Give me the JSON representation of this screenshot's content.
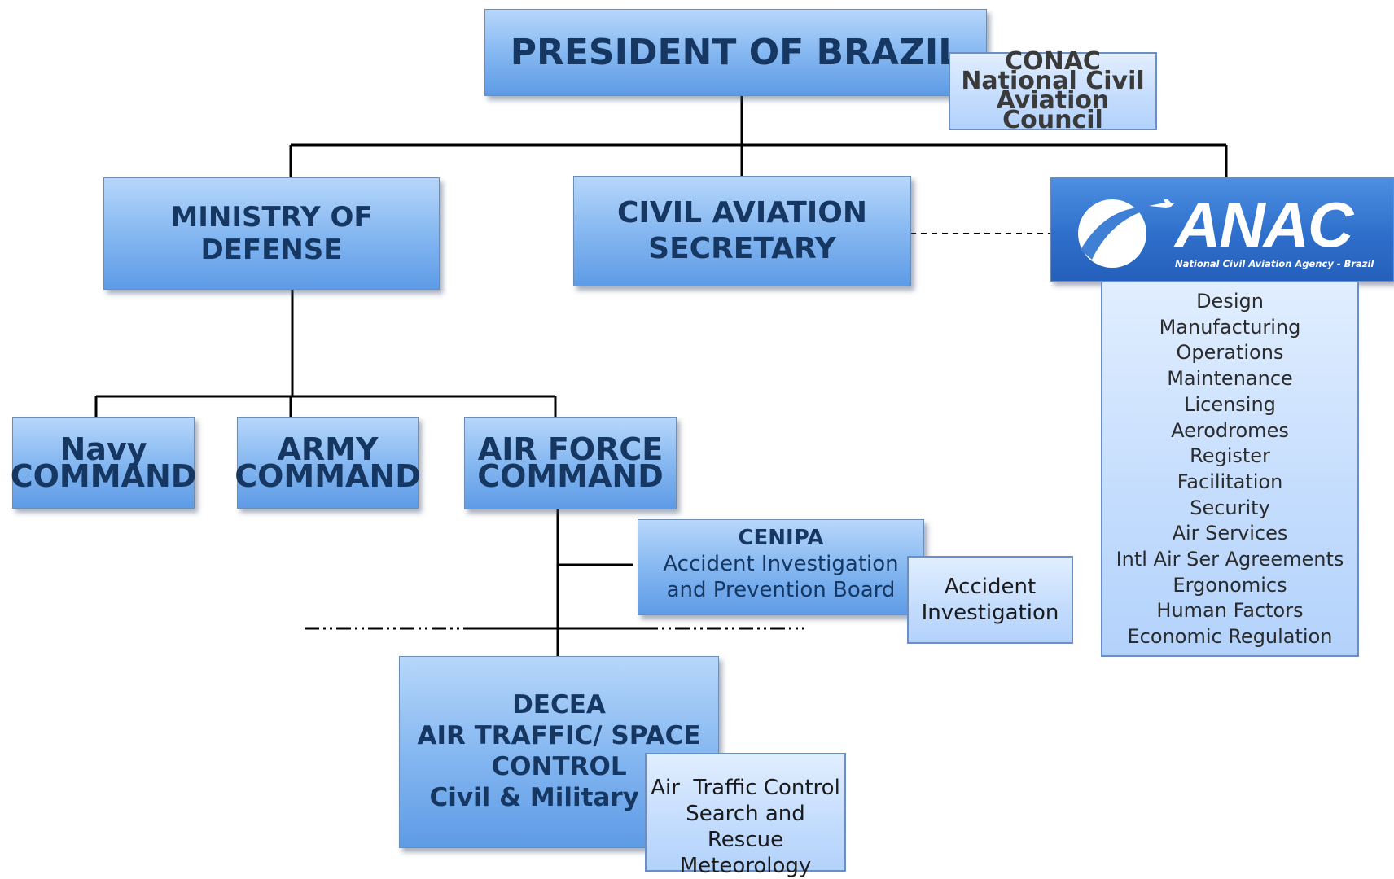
{
  "president": {
    "label": "PRESIDENT OF BRAZIL"
  },
  "conac": {
    "line1": "CONAC",
    "line2": "National Civil",
    "line3": "Aviation Council"
  },
  "ministry_defense": {
    "label": "MINISTRY OF DEFENSE"
  },
  "civil_aviation": {
    "line1": "CIVIL AVIATION",
    "line2": "SECRETARY"
  },
  "anac": {
    "logo_text": "ANAC",
    "tagline": "National Civil Aviation Agency - Brazil",
    "functions": [
      "Design",
      "Manufacturing",
      "Operations",
      "Maintenance",
      "Licensing",
      "Aerodromes",
      "Register",
      "Facilitation",
      "Security",
      "Air Services",
      "Intl Air Ser Agreements",
      "Ergonomics",
      "Human Factors",
      "Economic Regulation"
    ]
  },
  "navy": {
    "line1": "Navy",
    "line2": "COMMAND"
  },
  "army": {
    "line1": "ARMY",
    "line2": "COMMAND"
  },
  "air_force": {
    "line1": "AIR FORCE",
    "line2": "COMMAND"
  },
  "cenipa": {
    "title": "CENIPA",
    "line1": "Accident Investigation",
    "line2": "and Prevention Board"
  },
  "accident_note": {
    "line1": "Accident",
    "line2": "Investigation"
  },
  "decea": {
    "line1": "DECEA",
    "line2": "AIR TRAFFIC/ SPACE",
    "line3": "CONTROL",
    "line4": "Civil & Military Air"
  },
  "decea_note": {
    "line1": "Air  Traffic Control",
    "line2": "Search and Rescue",
    "line3": "Meteorology"
  },
  "colors": {
    "box_top": "#b7d7fb",
    "box_bottom": "#5e9be6",
    "text_dark": "#163761",
    "connector": "#000000"
  }
}
